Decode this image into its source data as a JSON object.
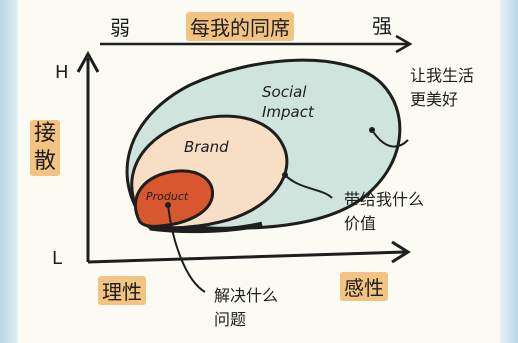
{
  "labels": {
    "top_left": "弱",
    "top_center": "每我的同席",
    "top_right": "强",
    "y_high": "H",
    "y_low": "L",
    "y_axis_title": "接\n散",
    "bottom_left": "理性",
    "bottom_right": "感性",
    "ring_outer": "Social\nImpact",
    "ring_middle": "Brand",
    "ring_inner": "Product",
    "annot_social": "让我生活\n更美好",
    "annot_brand": "带给我什么\n价值",
    "annot_product": "解决什么\n问题"
  },
  "colors": {
    "outer_fill": "#cfe4dc",
    "middle_fill": "#f6dfc4",
    "inner_fill": "#d9572f",
    "highlight": "#f0b05c",
    "ink": "#1e1e1e"
  }
}
